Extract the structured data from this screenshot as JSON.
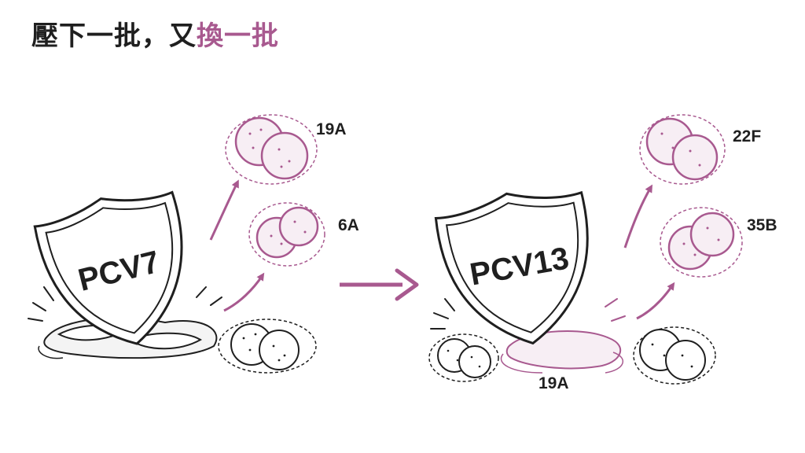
{
  "title": {
    "prefix": "壓下一批，又",
    "accent": "換一批"
  },
  "left": {
    "vaccine": "PCV7",
    "serotype_top": "19A",
    "serotype_bottom": "6A"
  },
  "right": {
    "vaccine": "PCV13",
    "serotype_top": "22F",
    "serotype_bottom": "35B",
    "suppressed": "19A"
  },
  "colors": {
    "accent": "#a8598f",
    "ink": "#1f1f1f",
    "cell_fill": "#f7eef4"
  }
}
